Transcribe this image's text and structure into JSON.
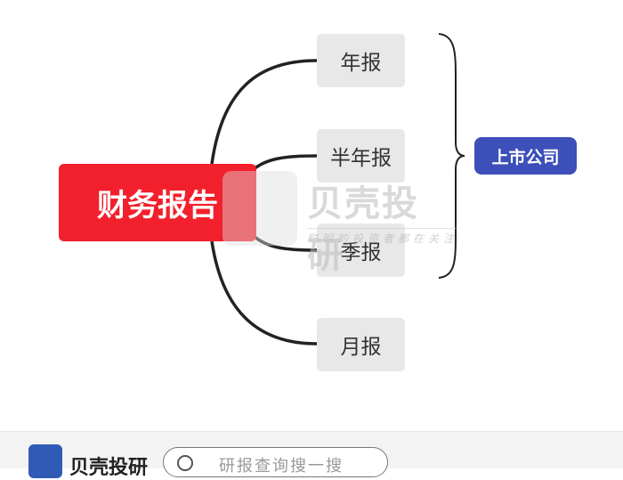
{
  "diagram": {
    "center": "财务报告",
    "branches": [
      "年报",
      "半年报",
      "季报",
      "月报"
    ],
    "group_label": "上市公司",
    "colors": {
      "center": "#f2202c",
      "branch": "#e8e8e8",
      "group": "#3d4fb8"
    }
  },
  "watermark": {
    "title": "贝壳投研",
    "subtitle": "聪明的投资者都在关注"
  },
  "footer": {
    "brand": "贝壳投研",
    "search_placeholder": "研报查询搜一搜"
  }
}
